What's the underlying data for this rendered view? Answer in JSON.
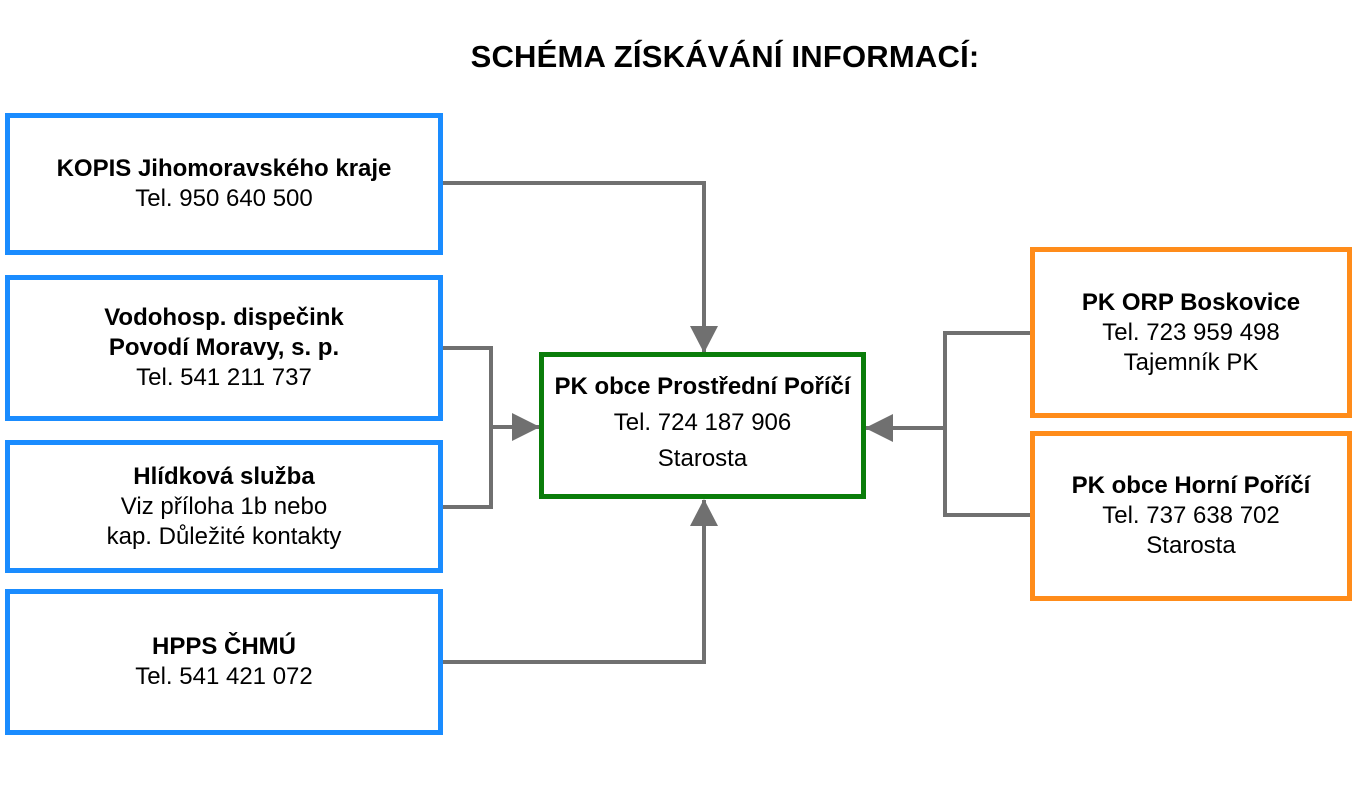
{
  "title": "SCHÉMA ZÍSKÁVÁNÍ INFORMACÍ:",
  "colors": {
    "source_border": "#1a8cff",
    "center_border": "#0a7d0a",
    "peer_border": "#ff8c1a",
    "connector": "#707070"
  },
  "sources": [
    {
      "lines": [
        "KOPIS Jihomoravského kraje",
        "Tel. 950 640 500"
      ],
      "bold_lines": 1
    },
    {
      "lines": [
        "Vodohosp. dispečink",
        "Povodí Moravy, s. p.",
        "Tel. 541 211 737"
      ],
      "bold_lines": 2
    },
    {
      "lines": [
        "Hlídková služba",
        "Viz příloha 1b nebo",
        "kap. Důležité kontakty"
      ],
      "bold_lines": 1
    },
    {
      "lines": [
        "HPPS ČHMÚ",
        "Tel. 541 421 072"
      ],
      "bold_lines": 1
    }
  ],
  "center": {
    "lines": [
      "PK obce Prostřední Poříčí",
      "Tel. 724 187 906",
      "Starosta"
    ],
    "bold_lines": 1
  },
  "peers": [
    {
      "lines": [
        "PK ORP Boskovice",
        "Tel. 723 959 498",
        "Tajemník PK"
      ],
      "bold_lines": 1
    },
    {
      "lines": [
        "PK obce Horní Poříčí",
        "Tel. 737 638 702",
        "Starosta"
      ],
      "bold_lines": 1
    }
  ]
}
